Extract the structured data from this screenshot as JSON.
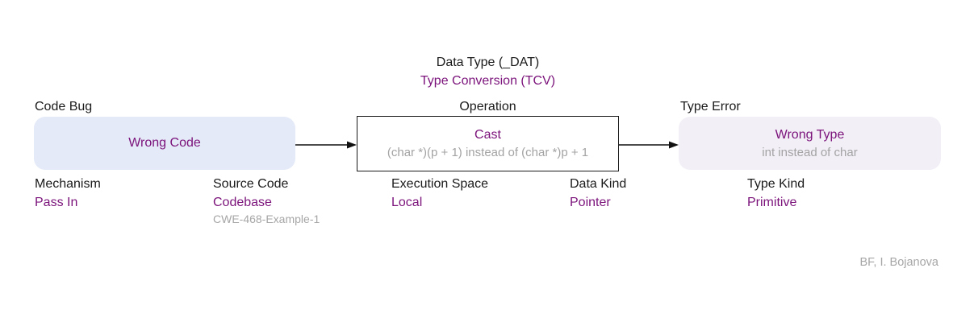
{
  "header": {
    "class_type": "Data Type (_DAT)",
    "class_name": "Type Conversion (TCV)"
  },
  "nodes": {
    "cause": {
      "label": "Code Bug",
      "value": "Wrong Code"
    },
    "operation": {
      "label": "Operation",
      "value": "Cast",
      "detail": "(char *)(p + 1) instead of (char *)p + 1"
    },
    "consequence": {
      "label": "Type Error",
      "value": "Wrong Type",
      "detail": "int instead of char"
    }
  },
  "attributes": [
    {
      "label": "Mechanism",
      "value": "Pass In"
    },
    {
      "label": "Source Code",
      "value": "Codebase",
      "detail": "CWE-468-Example-1"
    },
    {
      "label": "Execution Space",
      "value": "Local"
    },
    {
      "label": "Data Kind",
      "value": "Pointer"
    },
    {
      "label": "Type Kind",
      "value": "Primitive"
    }
  ],
  "attribution": "BF, I. Bojanova",
  "colors": {
    "accent_purple": "#7B137B",
    "text_black": "#1A1A1A",
    "detail_gray": "#A3A3A3",
    "cause_fill": "#E4EAF8",
    "consequence_fill": "#F2EFF7",
    "operation_border": "#1A1A1A"
  }
}
